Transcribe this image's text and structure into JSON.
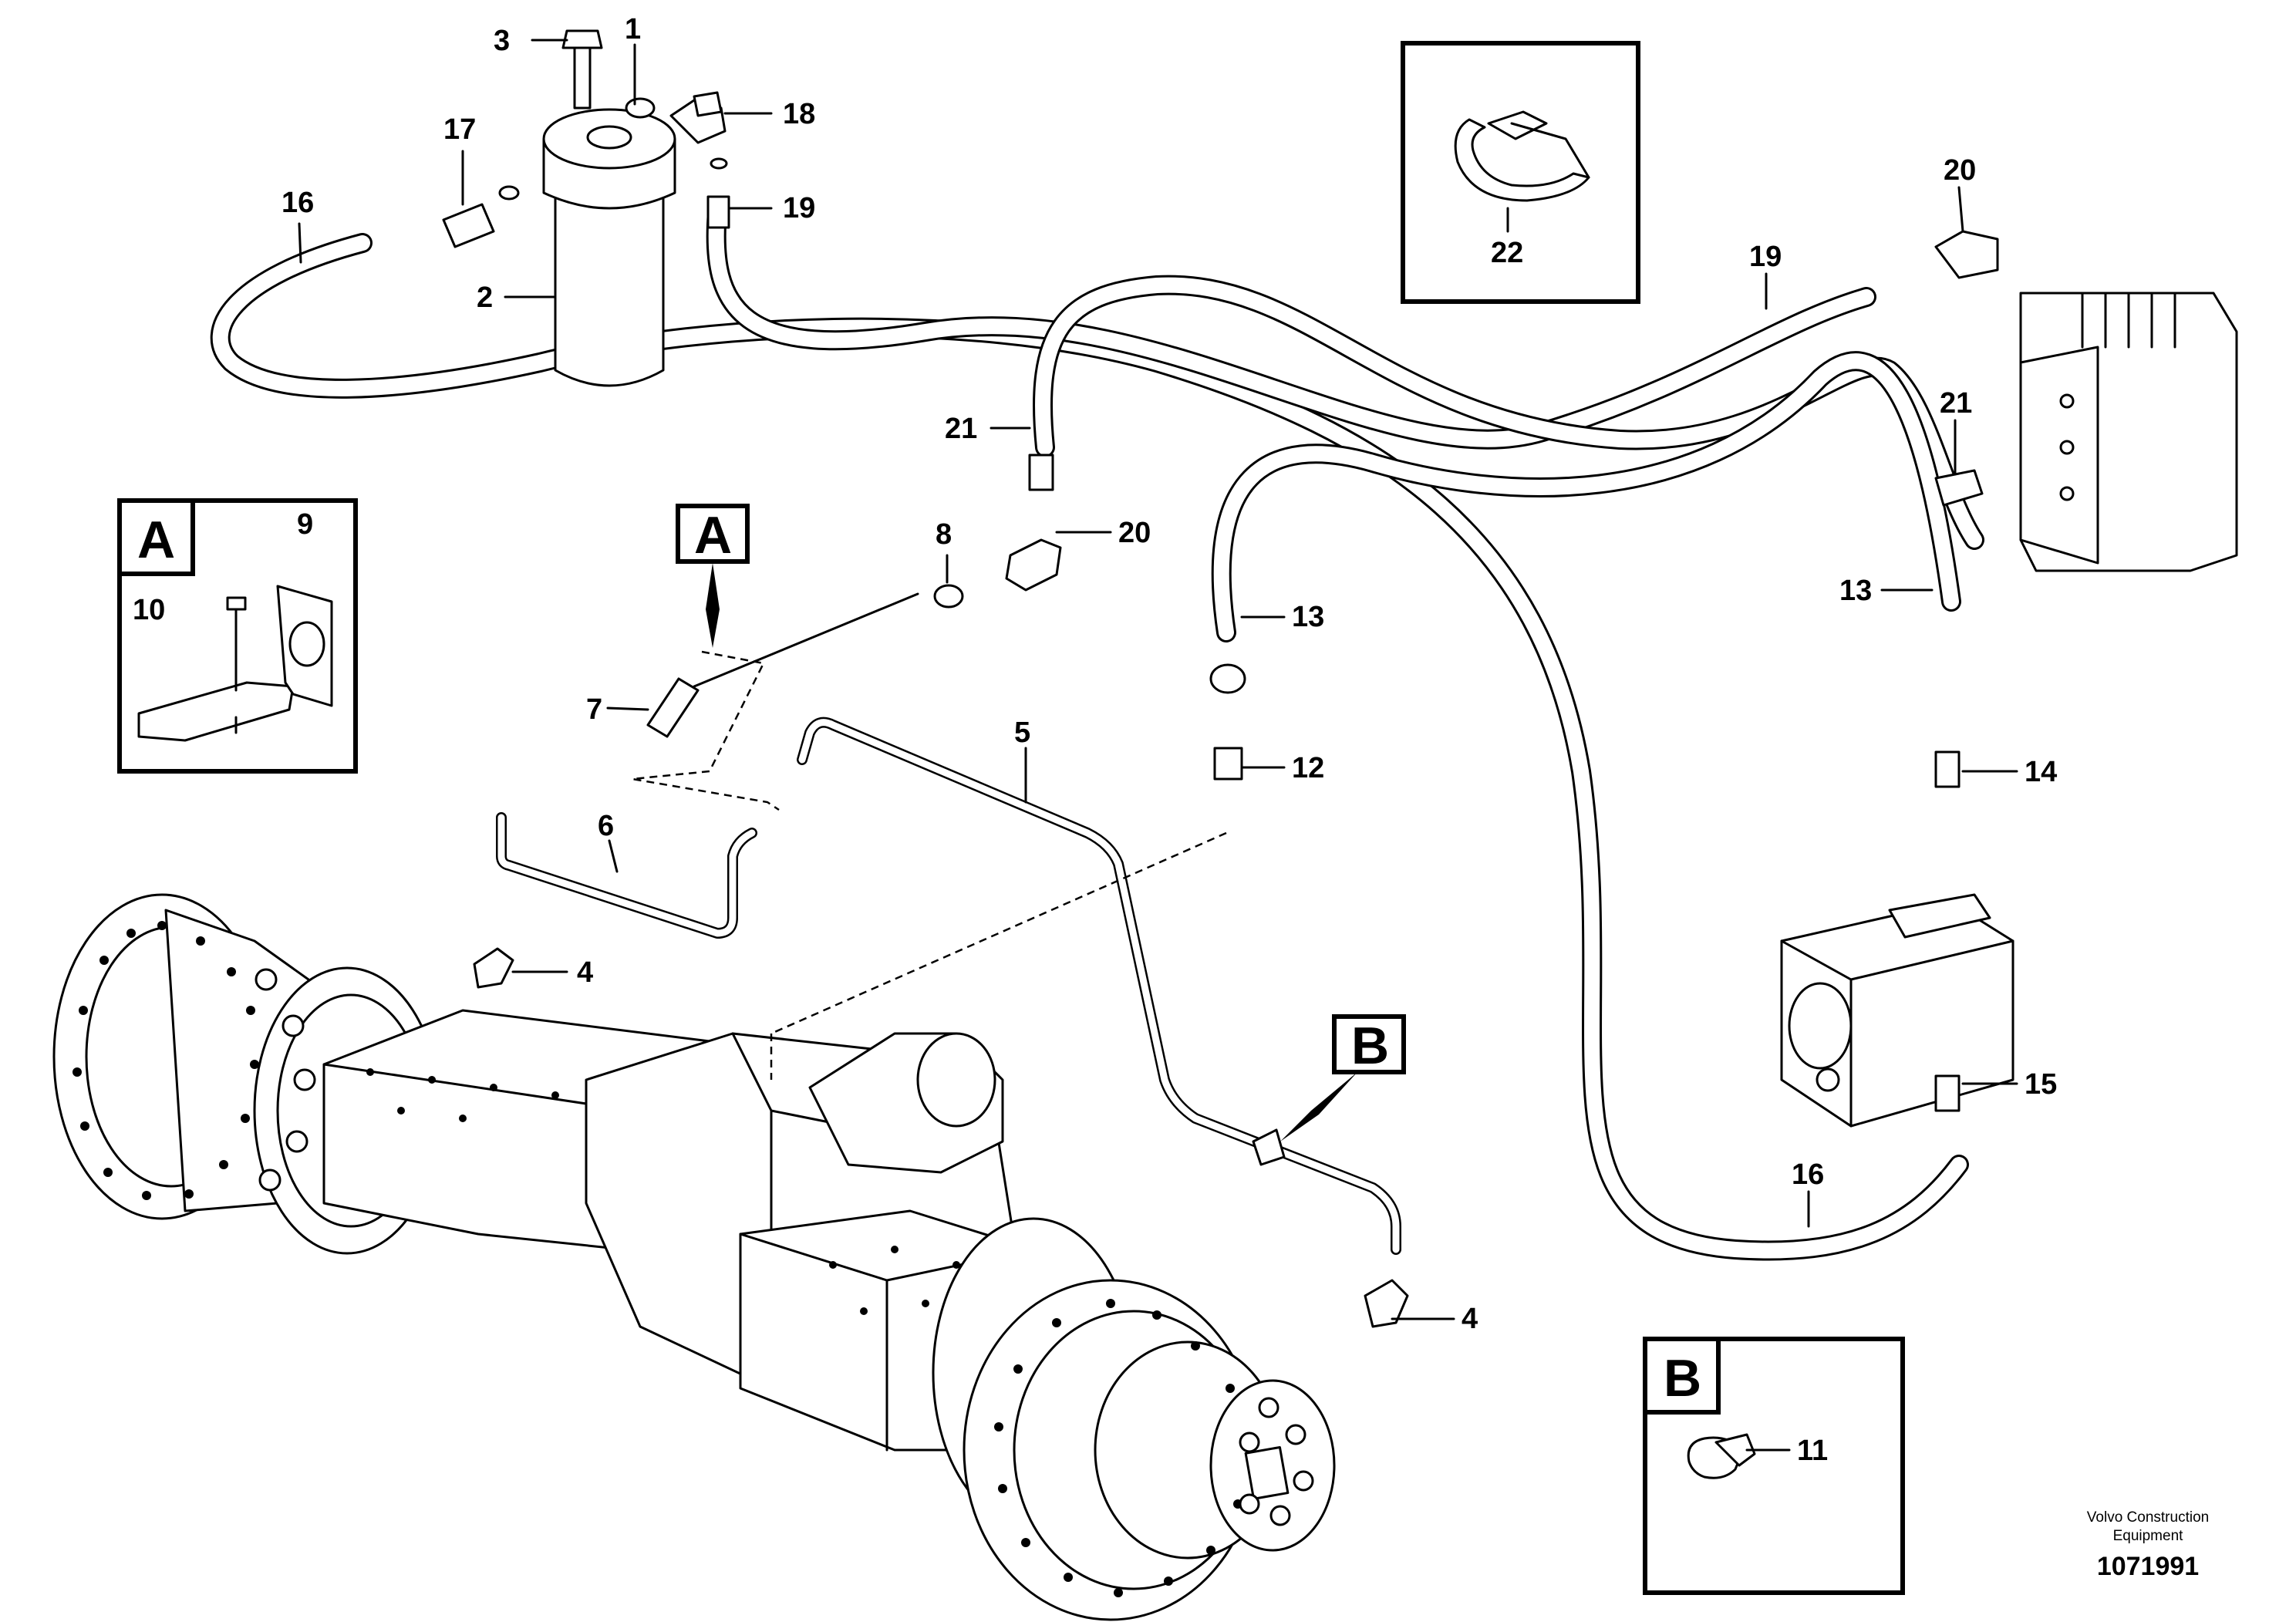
{
  "diagram": {
    "callouts": {
      "n1": "1",
      "n2": "2",
      "n3": "3",
      "n4a": "4",
      "n4b": "4",
      "n5": "5",
      "n6": "6",
      "n7": "7",
      "n8": "8",
      "n9": "9",
      "n10": "10",
      "n11": "11",
      "n12": "12",
      "n13a": "13",
      "n13b": "13",
      "n14": "14",
      "n15": "15",
      "n16a": "16",
      "n16b": "16",
      "n17": "17",
      "n18": "18",
      "n19a": "19",
      "n19b": "19",
      "n20a": "20",
      "n20b": "20",
      "n21a": "21",
      "n21b": "21",
      "n22": "22"
    },
    "detail_letters": {
      "a_box": "A",
      "a_flag": "A",
      "b_flag": "B",
      "b_box": "B"
    },
    "footer": {
      "company_line1": "Volvo Construction",
      "company_line2": "Equipment",
      "doc_number": "1071991"
    }
  }
}
